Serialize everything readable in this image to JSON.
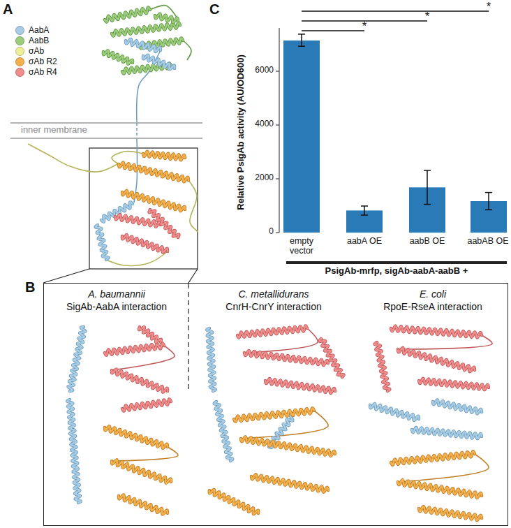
{
  "diagram": {
    "nodes": [
      {
        "text": [
          "B"
        ]
      },
      {
        "text": [
          "A. baumannii",
          "SigAb-AabA interaction"
        ],
        "in": 0
      },
      {
        "text": [
          "C. metallidurans",
          "CnrH-CnrY interaction"
        ],
        "in": 0
      },
      {
        "text": [
          "E. coli",
          "RpoE-RseA interaction"
        ],
        "in": 0
      }
    ],
    "labels": [
      "A",
      "inner membrane",
      "C",
      "*",
      "*",
      "*",
      "6000",
      "4000",
      "2000",
      "0",
      "Relative PsigAb activity (AU/OD600)",
      "empty vector",
      "aabA OE",
      "aabB OE",
      "aabAB OE",
      "PsigAb-mrfp, sigAb-aabA-aabB +"
    ],
    "legend": [
      {
        "text": "AabA",
        "color": "#a8cce4"
      },
      {
        "text": "AabB",
        "color": "#9ccc7c"
      },
      {
        "text": "σAb",
        "color": "#eeee99"
      },
      {
        "text": "σAb R2",
        "color": "#f4b04c"
      },
      {
        "text": "σAb R4",
        "color": "#f08c8c"
      }
    ]
  }
}
